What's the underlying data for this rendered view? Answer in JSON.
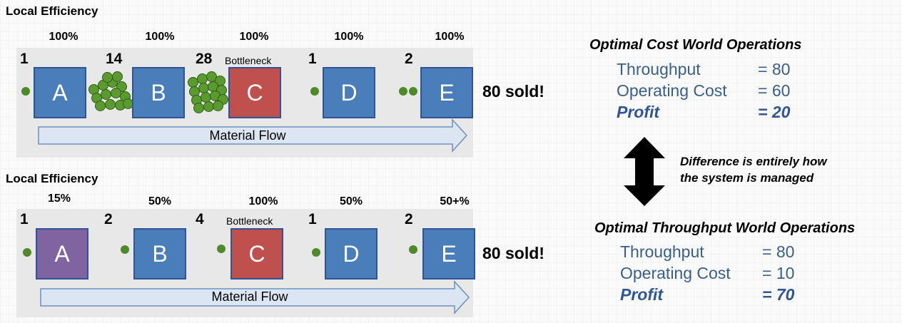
{
  "top": {
    "title": "Local Efficiency",
    "percents": [
      "100%",
      "100%",
      "100%",
      "100%",
      "100%"
    ],
    "inventory": [
      "1",
      "14",
      "28",
      "1",
      "2"
    ],
    "bottleneck_label": "Bottleneck",
    "stations": [
      "A",
      "B",
      "C",
      "D",
      "E"
    ],
    "flow_label": "Material Flow",
    "sold": "80 sold!"
  },
  "bottom": {
    "title": "Local Efficiency",
    "percents": [
      "15%",
      "50%",
      "100%",
      "50%",
      "50+%"
    ],
    "inventory": [
      "1",
      "2",
      "4",
      "1",
      "2"
    ],
    "bottleneck_label": "Bottleneck",
    "stations": [
      "A",
      "B",
      "C",
      "D",
      "E"
    ],
    "flow_label": "Material Flow",
    "sold": "80 sold!"
  },
  "optimal_cost": {
    "title": "Optimal Cost World Operations",
    "throughput_label": "Throughput",
    "throughput_value": "= 80",
    "opcost_label": "Operating Cost",
    "opcost_value": "= 60",
    "profit_label": "Profit",
    "profit_value": "= 20"
  },
  "difference_note": {
    "line1": "Difference is entirely how",
    "line2": "the system is managed"
  },
  "optimal_throughput": {
    "title": "Optimal Throughput World Operations",
    "throughput_label": "Throughput",
    "throughput_value": "= 80",
    "opcost_label": "Operating Cost",
    "opcost_value": "= 10",
    "profit_label": "Profit",
    "profit_value": "= 70"
  },
  "colors": {
    "station_blue": "#4a7ebb",
    "bottleneck_red": "#c0504d",
    "station_purple": "#8064a2",
    "inventory_green": "#4f8a2a",
    "metric_blue": "#3a5f8a"
  }
}
